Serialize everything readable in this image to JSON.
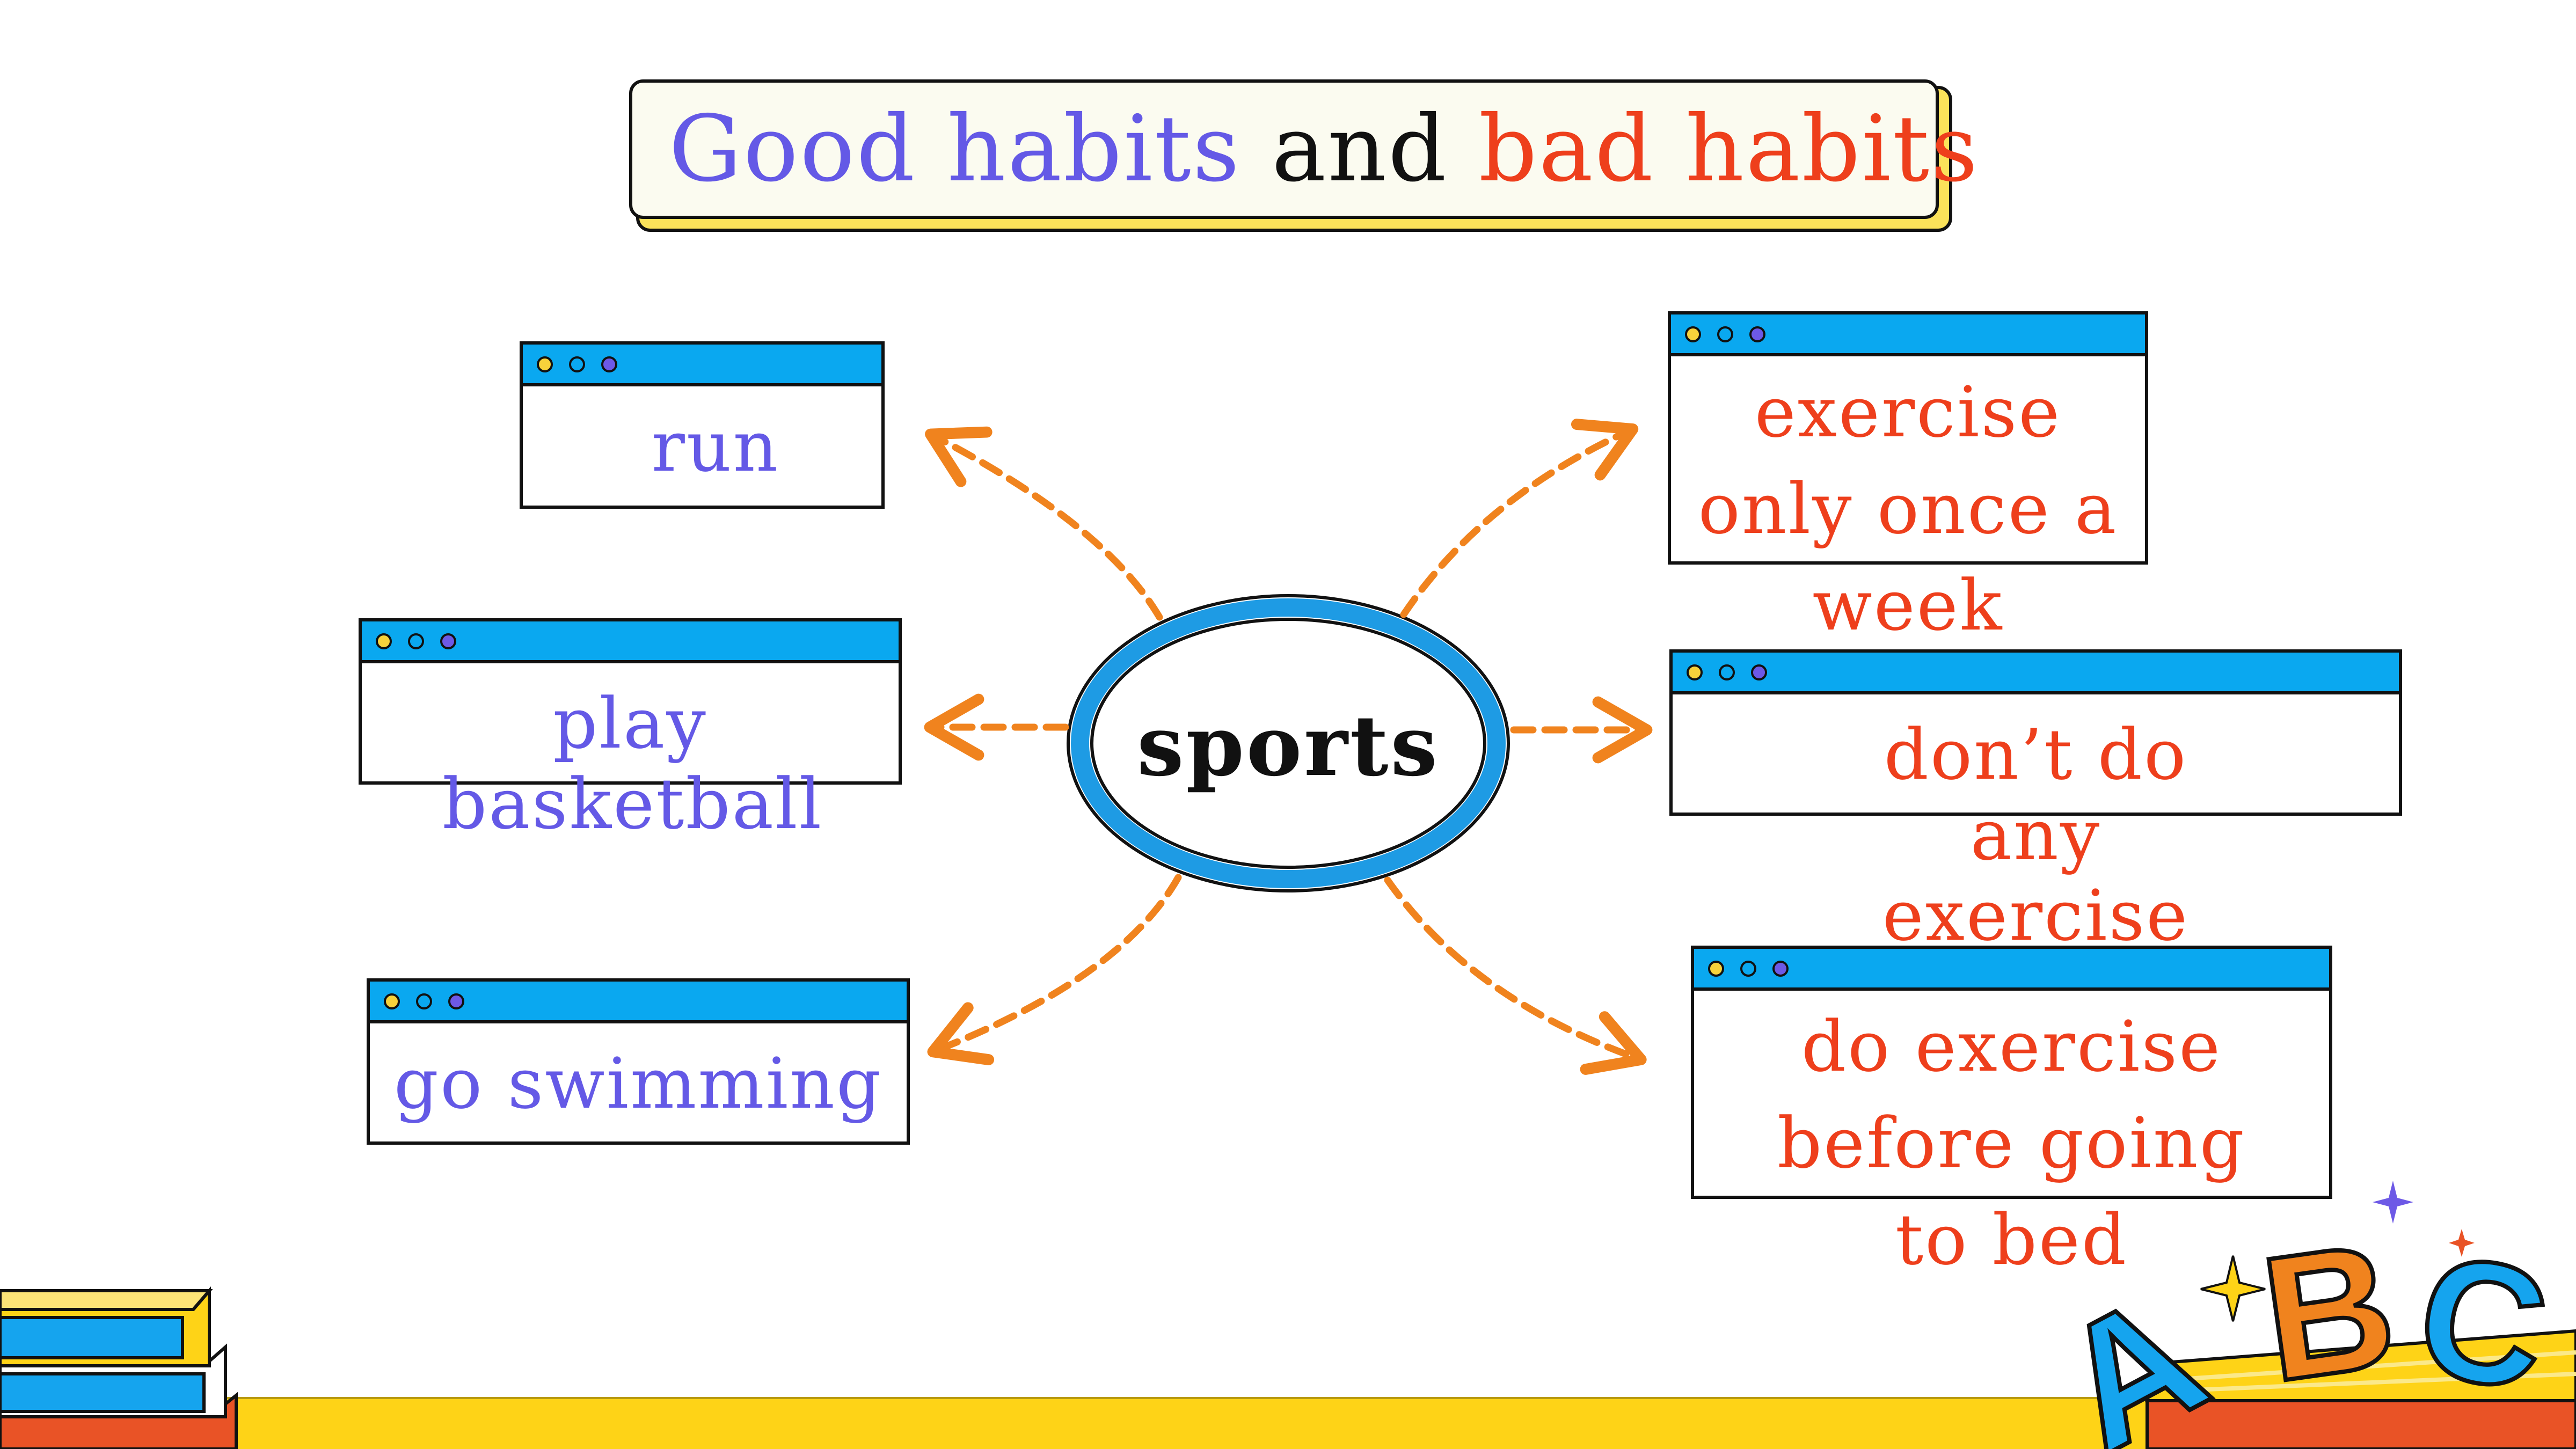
{
  "title": {
    "good": "Good habits",
    "and": "and",
    "bad": "bad habits"
  },
  "center": {
    "label": "sports"
  },
  "good_habits": [
    {
      "label": "run"
    },
    {
      "label": "play basketball"
    },
    {
      "label": "go swimming"
    }
  ],
  "bad_habits": [
    {
      "label": "exercise only once a week"
    },
    {
      "label": "don’t do any exercise"
    },
    {
      "label": "do exercise before going to bed"
    }
  ],
  "decoration": {
    "letters": [
      "A",
      "B",
      "C"
    ]
  },
  "colors": {
    "good": "#6459e6",
    "bad": "#ee3f1c",
    "arrow": "#f0831e",
    "window_bar": "#0aa8f0",
    "ellipse_ring": "#1e9be4",
    "floor": "#fed317"
  }
}
